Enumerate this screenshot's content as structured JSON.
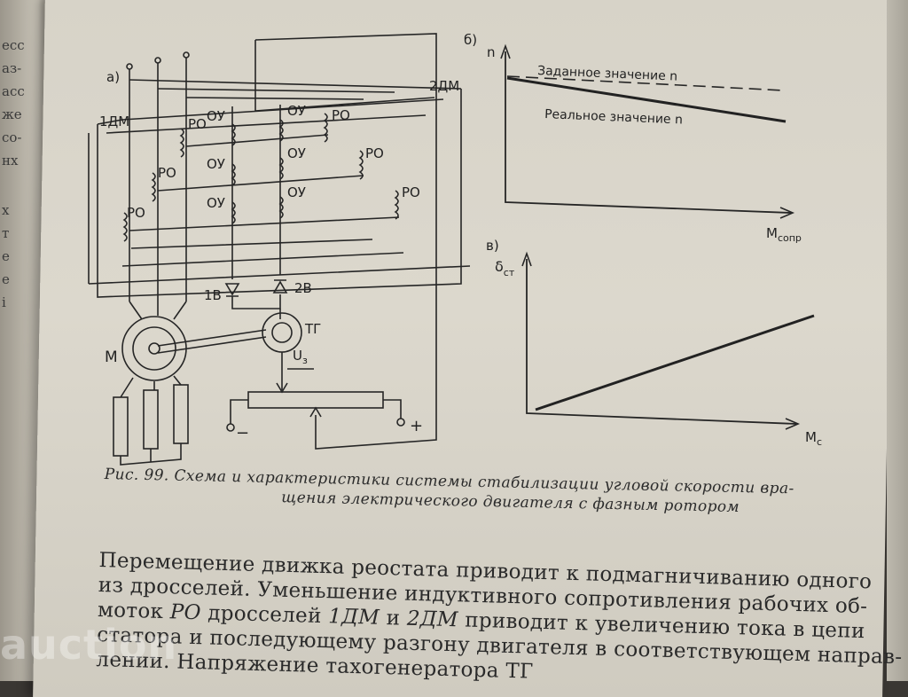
{
  "left_page_fragments": [
    "есс",
    "аз-",
    "асс",
    "же",
    "со-",
    "нх",
    "х",
    "т",
    "е",
    "е",
    "і"
  ],
  "schematic": {
    "panel_label": "а)",
    "labels": {
      "dm1": "1ДМ",
      "dm2": "2ДМ",
      "ro": "РО",
      "ou": "ОУ",
      "diode1": "1В",
      "diode2": "2В",
      "motor": "М",
      "tachogen": "ТГ",
      "voltage": "U",
      "voltage_sub": "з",
      "minus": "−",
      "plus": "+"
    }
  },
  "chart_b": {
    "panel_label": "б)",
    "ylabel": "n",
    "xlabel": "M",
    "xlabel_sub": "сопр",
    "set_label": "Заданное значение n",
    "real_label": "Реальное значение n"
  },
  "chart_v": {
    "panel_label": "в)",
    "ylabel": "δ",
    "ylabel_sub": "ст",
    "xlabel": "M",
    "xlabel_sub": "с"
  },
  "caption": {
    "line1": "Рис. 99. Схема и характеристики системы стабилизации угловой  скорости вра-",
    "line2": "щения электрического двигателя с фазным ротором"
  },
  "body": {
    "line1": "Перемещение движка реостата приводит к подмагничиванию одного",
    "line2": "из дросселей.  Уменьшение индуктивного сопротивления рабочих об-",
    "line3_a": "моток ",
    "line3_b": "РО",
    "line3_c": " дросселей ",
    "line3_d": "1ДМ",
    "line3_e": " и ",
    "line3_f": "2ДМ",
    "line3_g": " приводит к увеличению тока в цепи",
    "line4": "статора и последующему разгону двигателя в соответствующем направ-",
    "line5": "лении. Напряжение тахогенератора ТГ"
  },
  "watermark": "auction",
  "colors": {
    "paper": "#d9d5ca",
    "ink": "#222222"
  }
}
